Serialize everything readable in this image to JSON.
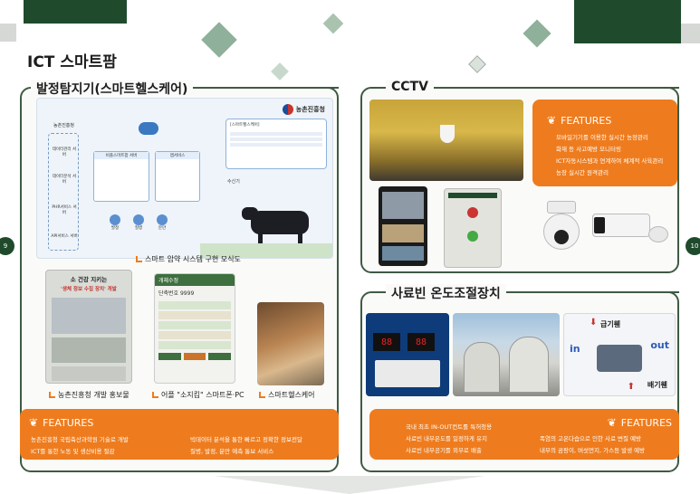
{
  "page": {
    "title": "ICT 스마트팜",
    "left_page_number": "9",
    "right_page_number": "10"
  },
  "health": {
    "section_title": "발정탐지기(스마트헬스케어)",
    "org_logo_text": "농촌진흥청",
    "diagram": {
      "org_label": "농촌진흥청",
      "side_items": [
        "데이터관리 서버",
        "데이터분석 서버",
        "PHR서비스 서버",
        "API서비스 서버"
      ],
      "box_a_title": "비플스마트팜 서버",
      "box_b_title": "앱서비스",
      "spec_title": "[스마트헬스케어]",
      "icons": [
        "발정",
        "질병",
        "분만"
      ],
      "gateway_label": "수신기"
    },
    "diagram_caption": "스마트 암약 시스템 구현 모식도",
    "poster_title": "소 건강 지키는",
    "poster_subtitle": "'생체 정보 수집 장치' 개발",
    "phone_header": "개체수정",
    "phone_id": "단축번호 9999",
    "photo_captions": [
      "농촌진흥청 개발 홍보물",
      "어플 \"소지킴\" 스마트폰·PC",
      "스마트헬스케어"
    ],
    "features_label": "FEATURES",
    "features_col1": [
      "농촌진흥청 국립축산과학원 기술로 개발",
      "ICT를 통한 노동 및 생산비용 절감"
    ],
    "features_col2": [
      "빅데이터 분석을 통한 빠르고 정확한 정보전달",
      "질병, 발정, 분만 예측 통보 서비스"
    ]
  },
  "cctv": {
    "section_title": "CCTV",
    "features_label": "FEATURES",
    "features": [
      "모바일기기를 이용한 실시간 농장관리",
      "화재 등 사고예방 모니터링",
      "ICT자동시스템과 연계하여 체계적 사육관리",
      "농장 실시간 원격관리"
    ]
  },
  "silo": {
    "section_title": "사료빈 온도조절장치",
    "led_values": [
      "88",
      "88"
    ],
    "labels": {
      "in": "in",
      "out": "out",
      "supply": "급기휀",
      "exhaust": "배기휀"
    },
    "features_label": "FEATURES",
    "features_col1": [
      "국내 최초 IN-OUT컨트롤 특허청용",
      "사료빈 내부온도를 일정하게 유지",
      "사료빈 내부공기를 외부로 배출"
    ],
    "features_col2": [
      "폭염의 고온다습으로 인한 사료 변질 예방",
      "내부의 곰팡이, 버섯먼지, 가스등 발생 예방"
    ]
  },
  "colors": {
    "accent": "#ee7c1e",
    "brand_green": "#1f4b2c",
    "panel_border": "#3f5a43"
  }
}
